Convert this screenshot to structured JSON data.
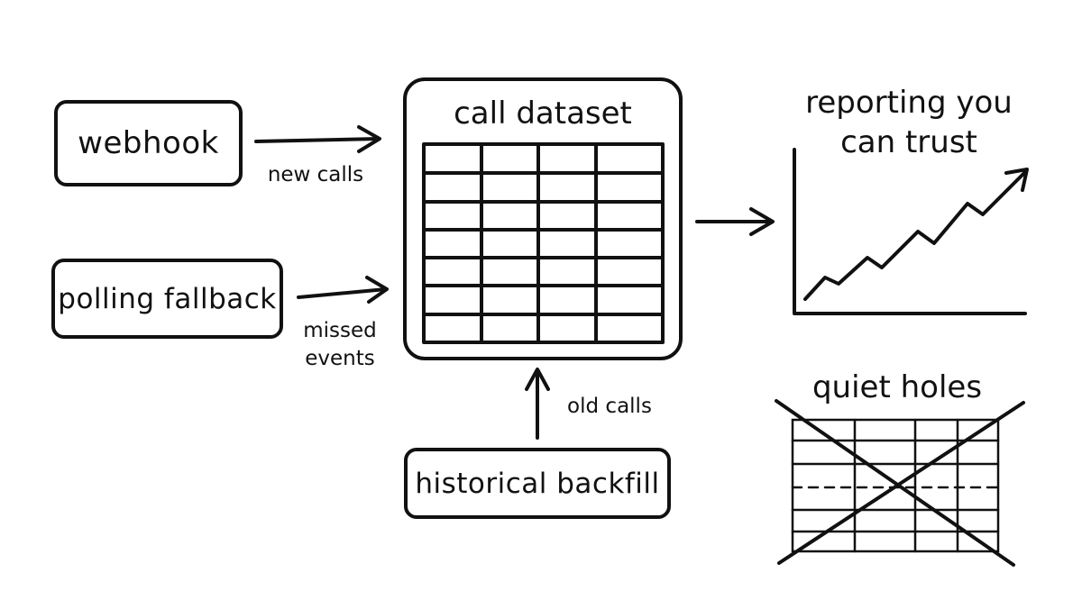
{
  "sources": {
    "webhook": "webhook",
    "polling": "polling fallback",
    "backfill": "historical backfill"
  },
  "edge_labels": {
    "webhook": "new calls",
    "polling_line1": "missed",
    "polling_line2": "events",
    "backfill": "old calls"
  },
  "dataset": {
    "title": "call dataset"
  },
  "outcomes": {
    "good_line1": "reporting you",
    "good_line2": "can trust",
    "bad": "quiet holes"
  },
  "icons": [
    "arrow-right-icon",
    "arrow-up-icon",
    "rising-line-chart-icon",
    "crossed-out-table-icon"
  ]
}
